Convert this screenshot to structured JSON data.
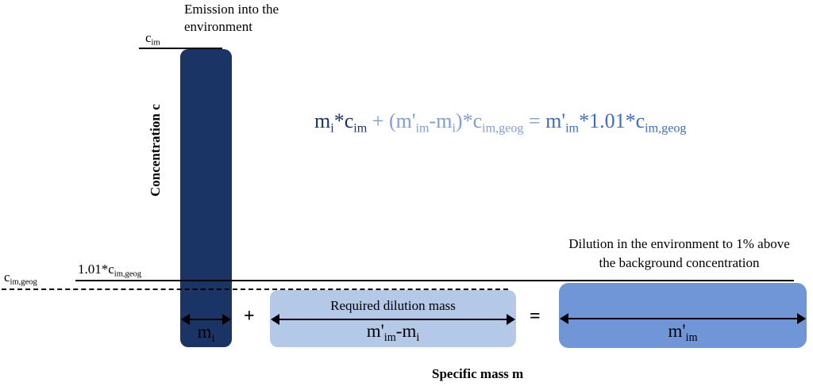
{
  "emission": {
    "line1": "Emission into the",
    "line2": "environment"
  },
  "c_im": {
    "base": "c",
    "sub": "im"
  },
  "y_axis": "Concentration c",
  "x_axis": "Specific mass m",
  "equation": {
    "t1_base": "m",
    "t1_sub": "i",
    "t1_star": "*c",
    "t1_sub2": "im",
    "plus": " + ",
    "t2_open": "(m'",
    "t2_sub": "im",
    "t2_mid": "-m",
    "t2_sub2": "i",
    "t2_close": ")*c",
    "t2_sub3": "im,geog",
    "eq": " = ",
    "t3_base": "m'",
    "t3_sub": "im",
    "t3_rest": "*1.01*c",
    "t3_sub2": "im,geog"
  },
  "dilution": {
    "line1": "Dilution in the environment to 1% above",
    "line2": "the background concentration"
  },
  "level_101": {
    "base": "1.01*c",
    "sub": "im,geog"
  },
  "c_geog": {
    "base": "c",
    "sub": "im,geog"
  },
  "required": "Required dilution mass",
  "mi": {
    "base": "m",
    "sub": "i"
  },
  "light_box": {
    "base": "m'",
    "sub": "im",
    "mid": "-m",
    "sub2": "i"
  },
  "right_box": {
    "base": "m'",
    "sub": "im"
  },
  "plus": "+",
  "equals": "=",
  "colors": {
    "dark": "#1a3466",
    "light": "#b4c8e8",
    "medium": "#7196d8"
  }
}
